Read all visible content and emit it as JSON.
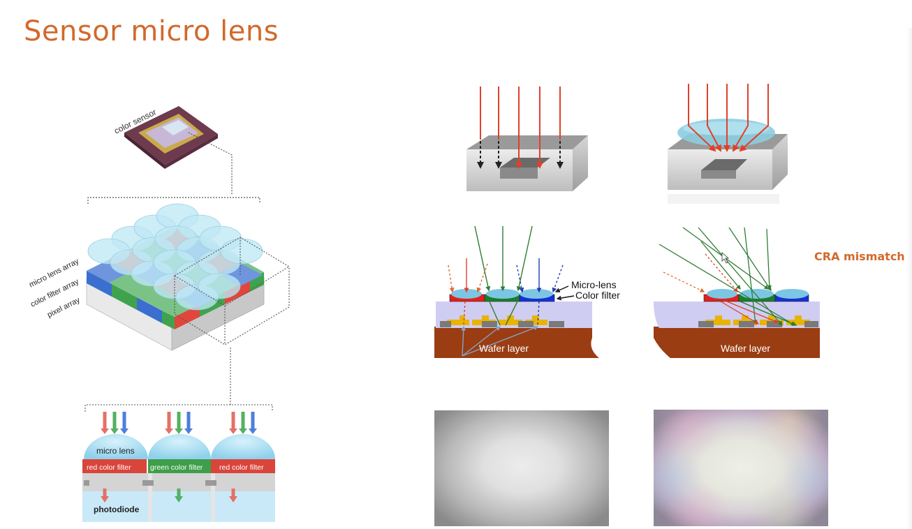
{
  "slide": {
    "title": "Sensor micro lens",
    "annotation": "CRA mismatch"
  },
  "sensor_diagram": {
    "chip_label": "color sensor",
    "layer_labels": [
      "micro lens array",
      "color filter array",
      "pixel array"
    ],
    "cross_section": {
      "lens_label": "micro lens",
      "filters": [
        "red color filter",
        "green color filter",
        "red color filter"
      ],
      "photodiode_label": "photodiode"
    },
    "colors": {
      "red": "#e0463c",
      "green": "#3fa34d",
      "blue": "#3a6fd0",
      "lens": "#a9dff0"
    }
  },
  "cra_diagrams": {
    "micro_lens_label": "Micro-lens",
    "color_filter_label": "Color filter",
    "wafer_label_left": "Wafer layer",
    "wafer_label_right": "Wafer layer",
    "colors": {
      "wafer": "#9a3d12",
      "metal": "#e8b400",
      "ray_red": "#e0402a",
      "ray_green": "#2e7d32",
      "ray_blue": "#1f3fb0"
    }
  }
}
